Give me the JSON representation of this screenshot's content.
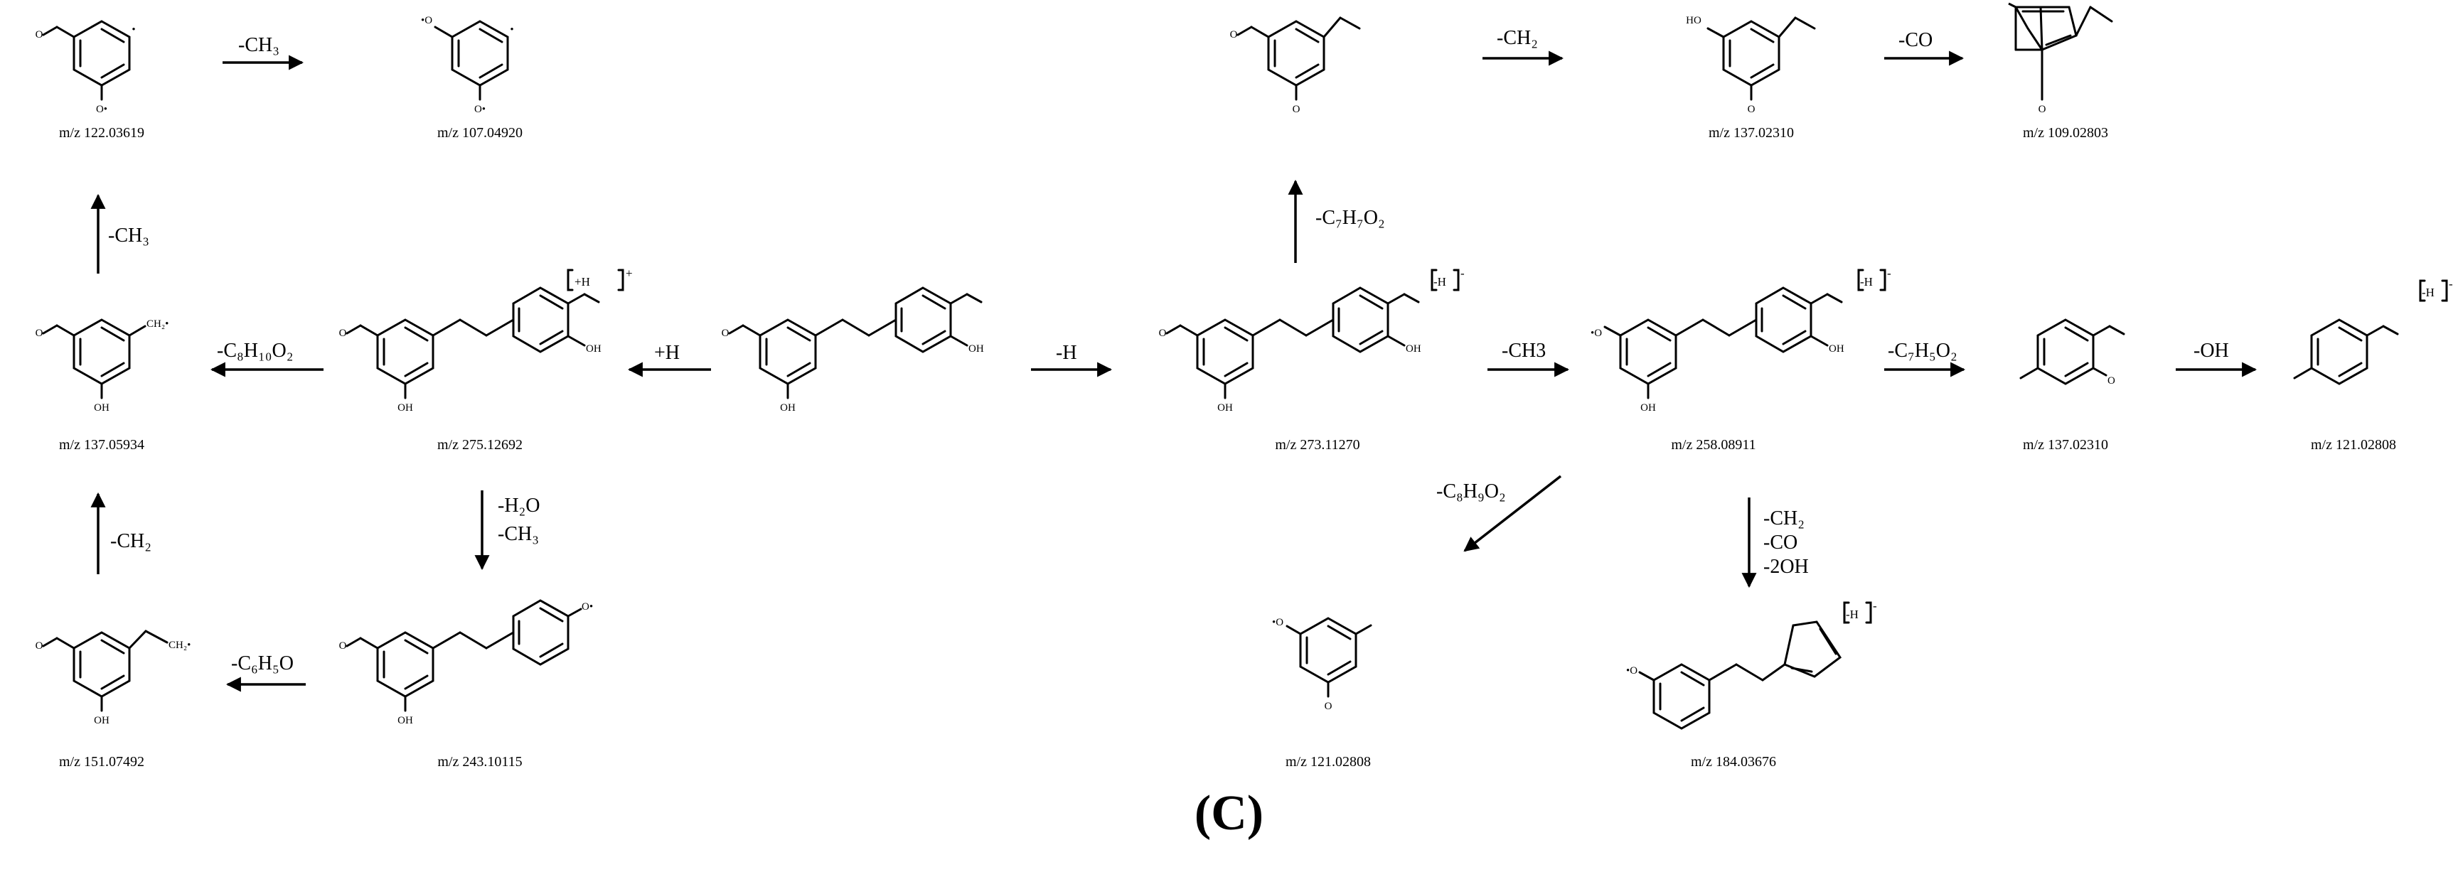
{
  "panel_label": "(C)",
  "molecules": [
    {
      "id": "parent",
      "mz": ""
    },
    {
      "id": "pos",
      "mz": "m/z 275.12692",
      "charge": "+H",
      "sup": "+"
    },
    {
      "id": "p137_05934",
      "mz": "m/z 137.05934",
      "radical": "CH₂•"
    },
    {
      "id": "p122",
      "mz": "m/z 122.03619"
    },
    {
      "id": "p107",
      "mz": "m/z 107.04920"
    },
    {
      "id": "p243",
      "mz": "m/z 243.10115"
    },
    {
      "id": "p151",
      "mz": "m/z 151.07492",
      "radical": "CH₂•"
    },
    {
      "id": "neg273",
      "mz": "m/z 273.11270",
      "charge": "-H",
      "sup": "-"
    },
    {
      "id": "m1",
      "mz": ""
    },
    {
      "id": "p137_02310a",
      "mz": "m/z 137.02310"
    },
    {
      "id": "p109",
      "mz": "m/z 109.02803"
    },
    {
      "id": "p258",
      "mz": "m/z 258.08911",
      "charge": "-H",
      "sup": "-"
    },
    {
      "id": "p137_02310b",
      "mz": "m/z 137.02310"
    },
    {
      "id": "p121a",
      "mz": "m/z 121.02808",
      "charge": "-H",
      "sup": "-"
    },
    {
      "id": "p121b",
      "mz": "m/z 121.02808"
    },
    {
      "id": "p184",
      "mz": "m/z 184.03676",
      "charge": "-H",
      "sup": "-"
    }
  ],
  "atoms": {
    "oh": "OH",
    "ho": "HO",
    "o": "O",
    "o_rad": "O•",
    "rad_o": "•O"
  },
  "arrows": [
    {
      "id": "pos_to_137",
      "label": "-C₈H₁₀O₂"
    },
    {
      "id": "137_to_122",
      "label": "-CH₃"
    },
    {
      "id": "122_to_107",
      "label": "-CH₃"
    },
    {
      "id": "151_to_137",
      "label": "-CH₂"
    },
    {
      "id": "243_to_151",
      "label": "-C₆H₅O"
    },
    {
      "id": "pos_to_243",
      "label": [
        "-H₂O",
        "-CH₃"
      ]
    },
    {
      "id": "parent_to_pos",
      "label": "+H"
    },
    {
      "id": "parent_to_neg",
      "label": "-H"
    },
    {
      "id": "neg_to_m1",
      "label": "-C₇H₇O₂"
    },
    {
      "id": "m1_to_137",
      "label": "-CH₂"
    },
    {
      "id": "137_to_109",
      "label": "-CO"
    },
    {
      "id": "neg_to_258",
      "label": "-CH3"
    },
    {
      "id": "neg_to_121",
      "label": "-C₈H₉O₂"
    },
    {
      "id": "258_to_137",
      "label": "-C₇H₅O₂"
    },
    {
      "id": "137_to_121",
      "label": "-OH"
    },
    {
      "id": "258_to_184",
      "label": [
        "-CH₂",
        "-CO",
        "-2OH"
      ]
    }
  ]
}
